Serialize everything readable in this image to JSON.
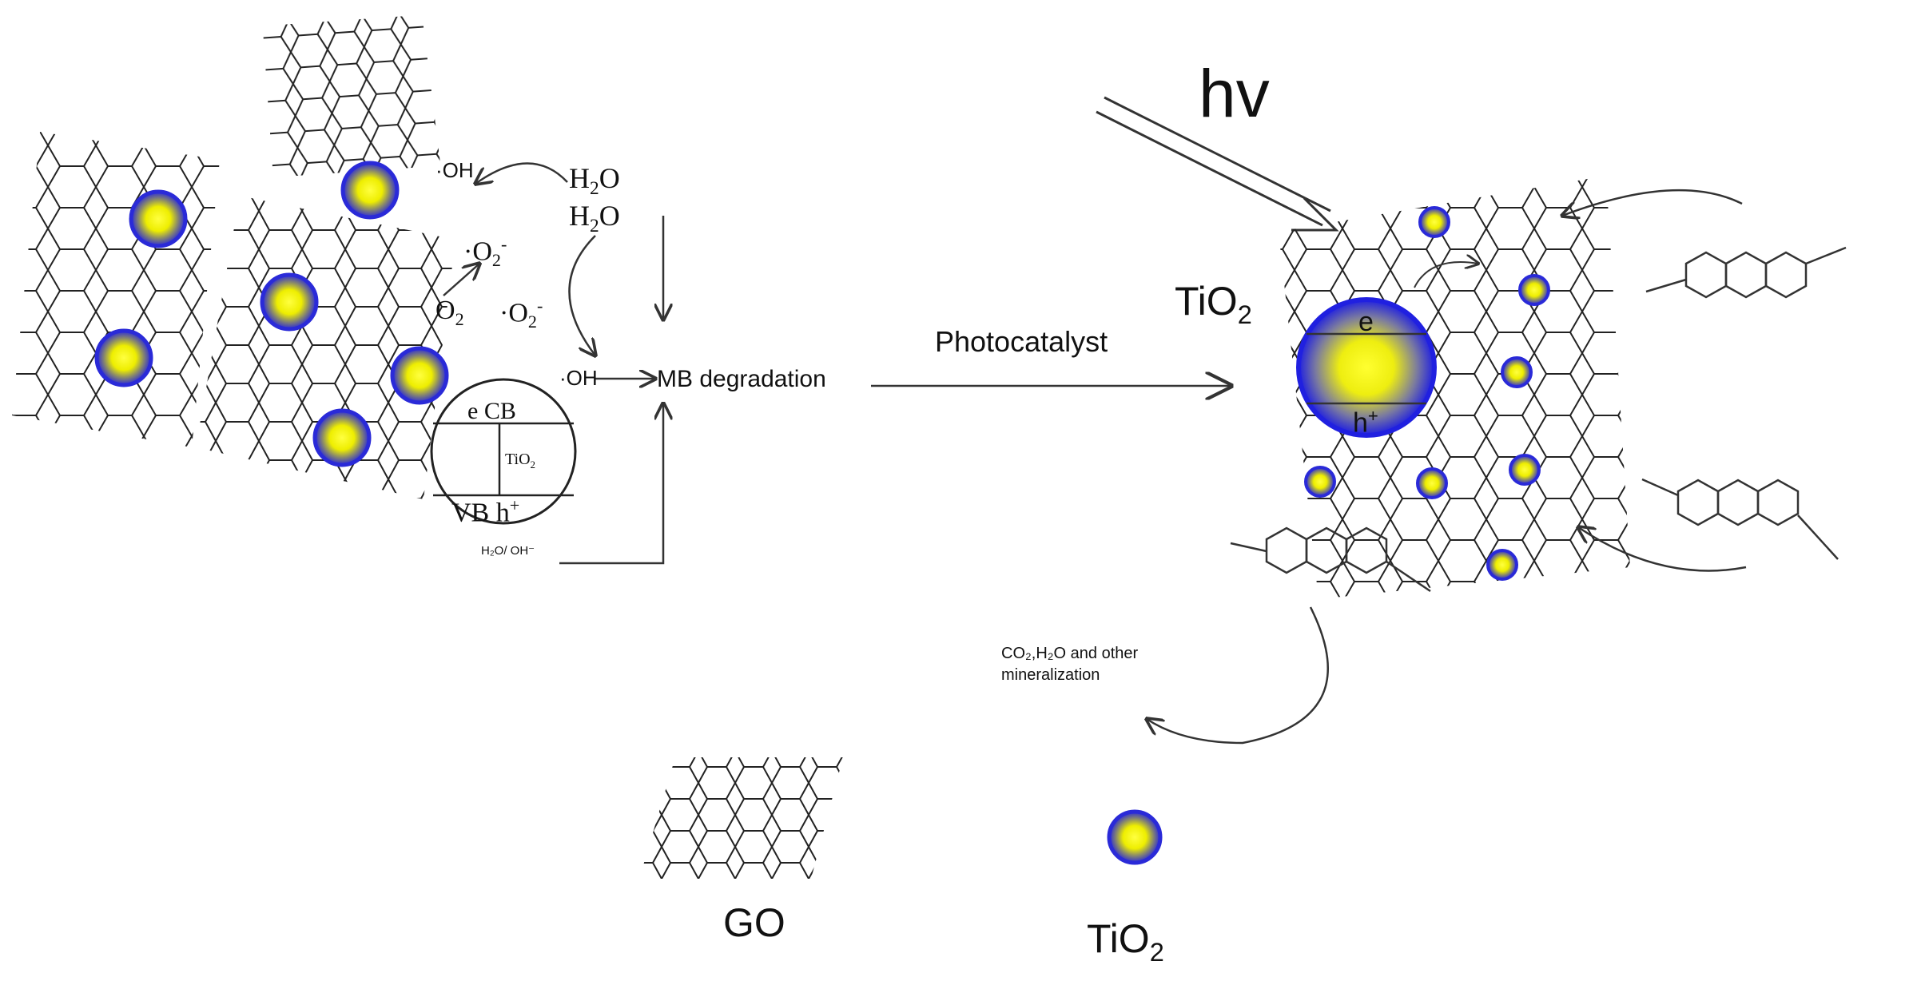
{
  "labels": {
    "hv": "hv",
    "photocatalyst": "Photocatalyst",
    "tio2_main": "TiO",
    "tio2_main_sub": "2",
    "go_caption": "GO",
    "tio2_caption": "TiO",
    "tio2_caption_sub": "2",
    "mb_degradation": "MB degradation",
    "oh_top": "·OH",
    "oh_mid": "·OH",
    "h2o_1": "H",
    "h2o_1_sub": "2",
    "h2o_1_tail": "O",
    "h2o_2": "H",
    "h2o_2_sub": "2",
    "h2o_2_tail": "O",
    "o2_radical_1": "·O",
    "o2_radical_1_sub": "2",
    "o2_radical_1_sup": "-",
    "o2_plain": "O",
    "o2_plain_sub": "2",
    "o2_radical_2": "·O",
    "o2_radical_2_sub": "2",
    "o2_radical_2_sup": "-",
    "e_cb": "e CB",
    "vb_h": "VB  h",
    "vb_h_sup": "+",
    "tio2_small": "TiO",
    "tio2_small_sub": "2",
    "h2o_oh": "H₂O/ OH⁻",
    "electron": "e",
    "hole": "h",
    "hole_sup": "+",
    "mineralization_line1": "CO₂,H₂O and other",
    "mineralization_line2": "mineralization"
  },
  "colors": {
    "tio2_core": "#f2ef00",
    "tio2_shell": "#2a2ad8",
    "lattice": "#222222",
    "arrow": "#333333",
    "molecule_hetero": "#2a8fa8"
  }
}
